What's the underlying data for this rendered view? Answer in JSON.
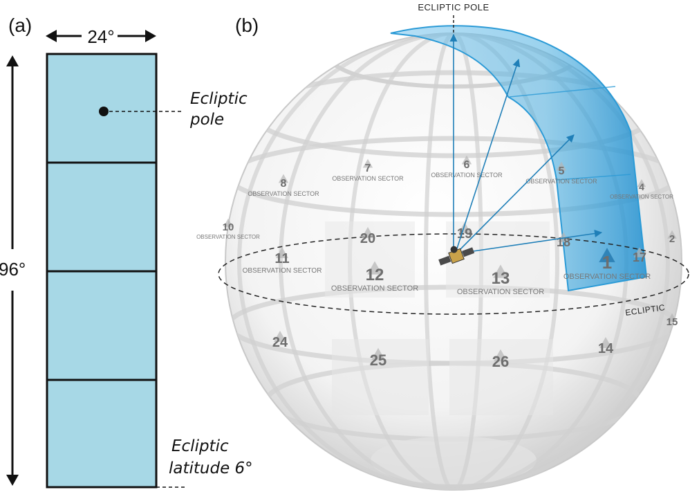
{
  "panel_a": {
    "label": "(a)",
    "width_label": "24°",
    "height_label": "96°",
    "pole_label_line1": "Ecliptic",
    "pole_label_line2": "pole",
    "latitude_label_line1": "Ecliptic",
    "latitude_label_line2": "latitude 6°",
    "fill_color": "#a7d8e6"
  },
  "panel_b": {
    "label": "(b)",
    "ecliptic_pole_label": "ECLIPTIC POLE",
    "ecliptic_label": "ECLIPTIC",
    "highlight_color": "#4aaee0",
    "sectors": [
      {
        "num": "1",
        "label": "OBSERVATION SECTOR",
        "highlight": true
      },
      {
        "num": "2"
      },
      {
        "num": "4",
        "label": "OBSERVATION SECTOR"
      },
      {
        "num": "5",
        "label": "OBSERVATION SECTOR"
      },
      {
        "num": "6",
        "label": "OBSERVATION SECTOR"
      },
      {
        "num": "7",
        "label": "OBSERVATION SECTOR"
      },
      {
        "num": "8",
        "label": "OBSERVATION SECTOR"
      },
      {
        "num": "10",
        "label": "OBSERVATION SECTOR"
      },
      {
        "num": "11",
        "label": "OBSERVATION SECTOR"
      },
      {
        "num": "12",
        "label": "OBSERVATION SECTOR"
      },
      {
        "num": "13",
        "label": "OBSERVATION SECTOR"
      },
      {
        "num": "14"
      },
      {
        "num": "15"
      },
      {
        "num": "17"
      },
      {
        "num": "18"
      },
      {
        "num": "19"
      },
      {
        "num": "20"
      },
      {
        "num": "24"
      },
      {
        "num": "25"
      },
      {
        "num": "26"
      }
    ]
  }
}
